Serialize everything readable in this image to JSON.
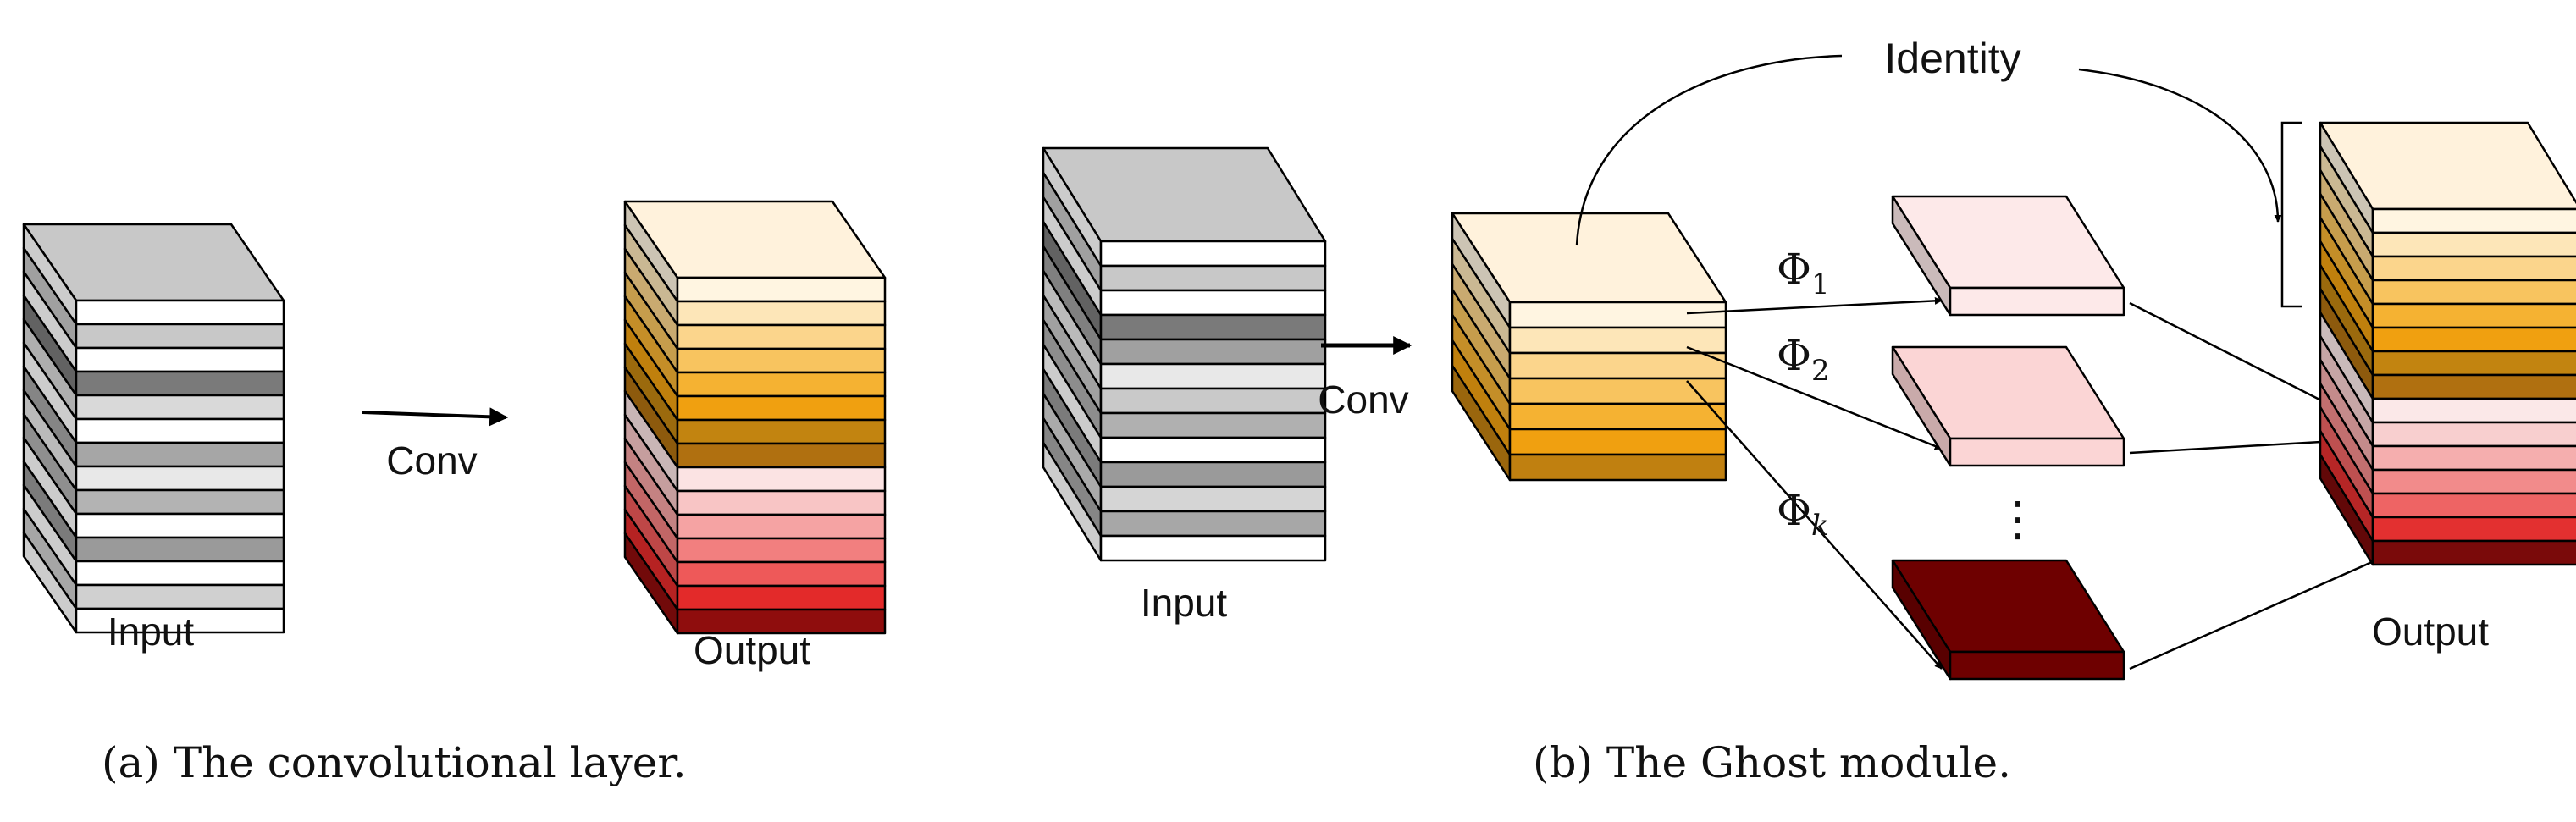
{
  "panel_a": {
    "input_label": "Input",
    "conv_label": "Conv",
    "output_label": "Output",
    "caption": "(a)  The convolutional layer.",
    "input_colors": [
      "#ffffff",
      "#c8c8c8",
      "#ffffff",
      "#7a7a7a",
      "#d9d9d9",
      "#ffffff",
      "#a6a6a6",
      "#e8e8e8",
      "#b3b3b3",
      "#ffffff",
      "#9a9a9a",
      "#ffffff",
      "#d0d0d0",
      "#ffffff"
    ],
    "input_top_color": "#c8c8c8",
    "output_colors": [
      "#fff5e1",
      "#fde6b8",
      "#fbd58c",
      "#f8c45f",
      "#f5b232",
      "#f0a010",
      "#c28410",
      "#b07010",
      "#fbe3e3",
      "#f8c5c5",
      "#f5a3a3",
      "#f27f7f",
      "#ee5959",
      "#e32a2a",
      "#8f0d0d"
    ],
    "output_top_color": "#fff2dc"
  },
  "panel_b": {
    "input_label": "Input",
    "conv_label": "Conv",
    "identity_label": "Identity",
    "phi_1": "Φ",
    "phi_1_sub": "1",
    "phi_2": "Φ",
    "phi_2_sub": "2",
    "phi_k": "Φ",
    "phi_k_sub": "k",
    "ellipsis": "⋮",
    "output_label": "Output",
    "caption": "(b)  The Ghost module.",
    "input_colors": [
      "#ffffff",
      "#c8c8c8",
      "#ffffff",
      "#7a7a7a",
      "#a0a0a0",
      "#e8e8e8",
      "#c9c9c9",
      "#b0b0b0",
      "#ffffff",
      "#9a9a9a",
      "#d5d5d5",
      "#a7a7a7",
      "#ffffff"
    ],
    "input_top_color": "#c8c8c8",
    "intrinsic_colors": [
      "#fff5e1",
      "#fde6b8",
      "#fbd58c",
      "#f8c45f",
      "#f5b232",
      "#f0a010",
      "#c08010"
    ],
    "intrinsic_top_color": "#fff2dc",
    "ghost_1_color": "#fde9e9",
    "ghost_2_color": "#fbd5d5",
    "ghost_k_color": "#6e0000",
    "output_colors": [
      "#fff5e1",
      "#fde6b8",
      "#fbd58c",
      "#f8c45f",
      "#f5b232",
      "#f0a010",
      "#c28410",
      "#b07010",
      "#fbe8e8",
      "#f8cfcf",
      "#f5aeae",
      "#f28b8b",
      "#ee6464",
      "#e33030",
      "#7a0a0a"
    ],
    "output_top_color": "#fff2dc"
  }
}
